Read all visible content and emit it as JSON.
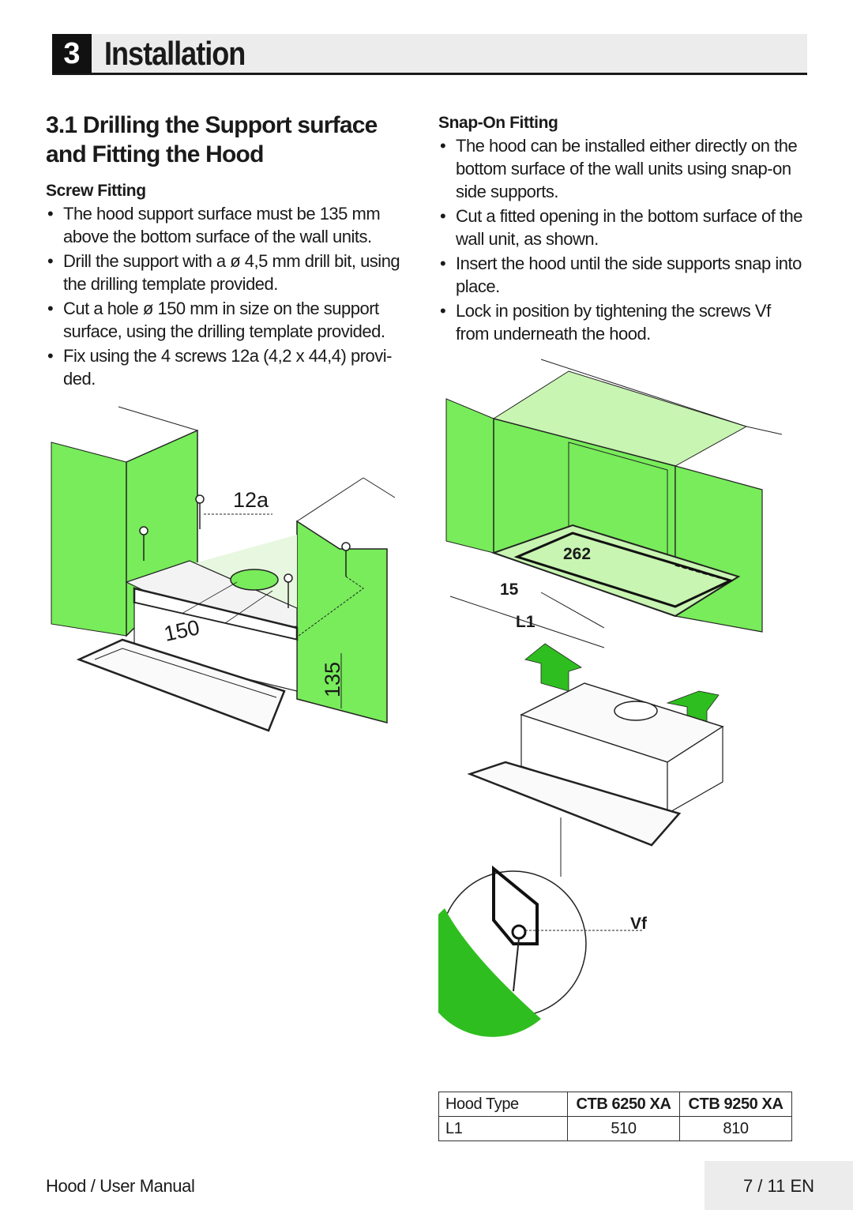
{
  "header": {
    "chapter_number": "3",
    "chapter_title": "Installation"
  },
  "section": {
    "title": "3.1 Drilling the Support surface and Fitting the Hood"
  },
  "screw_fitting": {
    "title": "Screw Fitting",
    "items": [
      "The hood support surface must be 135 mm above the bottom surface of the wall units.",
      "Drill the support with a ø 4,5 mm drill bit, using the drilling template provided.",
      "Cut a hole ø 150 mm in size on the support surface, using the drilling template provided.",
      "Fix using the 4 screws 12a (4,2 x 44,4) provi- ded."
    ]
  },
  "snap_on_fitting": {
    "title": "Snap-On Fitting",
    "items": [
      "The hood can be installed either directly on the bottom surface of the wall units using snap-on side supports.",
      "Cut a fitted opening in the bottom surface of the wall unit, as shown.",
      "Insert the hood until the side supports snap into place.",
      "Lock in position by tightening the screws Vf from underneath the hood."
    ]
  },
  "figure_left": {
    "screw_label": "12a",
    "hole_label": "150",
    "height_label": "135"
  },
  "figure_right": {
    "dim_262": "262",
    "dim_15": "15",
    "dim_l1": "L1",
    "screw_vf": "Vf"
  },
  "table": {
    "header": [
      "Hood Type",
      "CTB 6250 XA",
      "CTB 9250 XA"
    ],
    "row": [
      "L1",
      "510",
      "810"
    ]
  },
  "footer": {
    "left": "Hood / User Manual",
    "right": "7 / 11  EN"
  },
  "colors": {
    "green": "#78ec5a",
    "light_green": "#c8f5b2",
    "dark_green": "#2fbe1f"
  }
}
